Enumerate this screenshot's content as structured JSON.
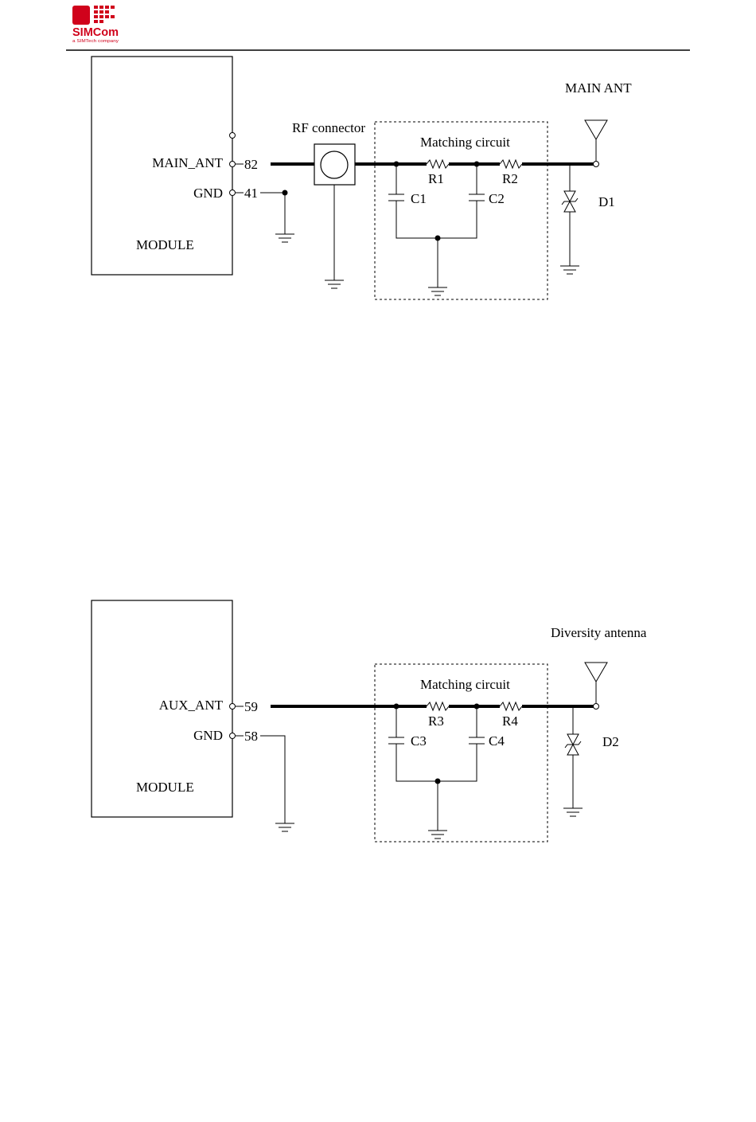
{
  "header": {
    "logo": {
      "text": "SIMCom",
      "tagline": "a SIMTech company",
      "brand_color": "#d0021b"
    }
  },
  "diagram_main": {
    "module": {
      "label": "MODULE",
      "pin_ant_name": "MAIN_ANT",
      "pin_ant_number": "82",
      "pin_gnd_name": "GND",
      "pin_gnd_number": "41"
    },
    "rf_connector_label": "RF connector",
    "matching_label": "Matching circuit",
    "r_a": "R1",
    "r_b": "R2",
    "c_a": "C1",
    "c_b": "C2",
    "antenna_label": "MAIN ANT",
    "diode_label": "D1"
  },
  "diagram_aux": {
    "module": {
      "label": "MODULE",
      "pin_ant_name": "AUX_ANT",
      "pin_ant_number": "59",
      "pin_gnd_name": "GND",
      "pin_gnd_number": "58"
    },
    "matching_label": "Matching circuit",
    "r_a": "R3",
    "r_b": "R4",
    "c_a": "C3",
    "c_b": "C4",
    "antenna_label": "Diversity antenna",
    "diode_label": "D2"
  }
}
